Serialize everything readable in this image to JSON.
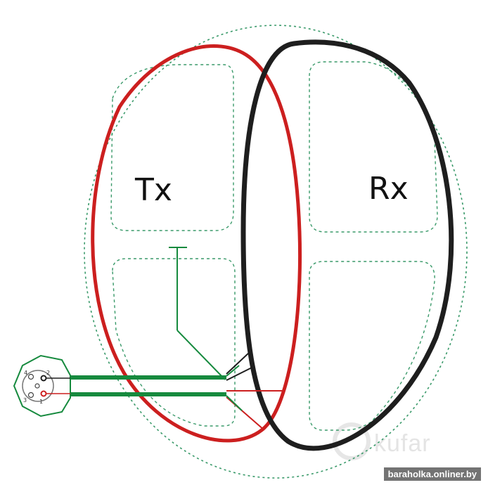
{
  "labels": {
    "tx": "Tx",
    "rx": "Rx"
  },
  "connector": {
    "pins": [
      "4",
      "2",
      "3",
      "1"
    ]
  },
  "watermark": {
    "brand": "kufar",
    "site": "baraholka.onliner.by"
  },
  "colors": {
    "tx_coil": "#cc1f1f",
    "rx_coil": "#1e1e1e",
    "shield": "#168a3e",
    "outline": "#3a9a6a",
    "background": "#ffffff"
  }
}
